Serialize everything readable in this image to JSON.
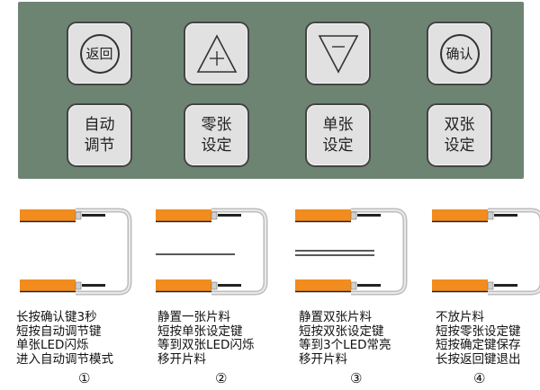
{
  "buttons": {
    "back": "返回",
    "plus_icon": "plus-triangle-up-icon",
    "minus_icon": "minus-triangle-down-icon",
    "confirm": "确认",
    "auto_adjust": [
      "自动",
      "调节"
    ],
    "zero_sheet": [
      "零张",
      "设定"
    ],
    "single_sheet": [
      "单张",
      "设定"
    ],
    "double_sheet": [
      "双张",
      "设定"
    ]
  },
  "steps": [
    {
      "lines": [
        "长按确认键3秒",
        "短按自动调节键",
        "单张LED闪烁",
        "进入自动调节模式"
      ],
      "number": "①",
      "sheets": 0
    },
    {
      "lines": [
        "静置一张片料",
        "短按单张设定键",
        "等到双张LED闪烁",
        "移开片料"
      ],
      "number": "②",
      "sheets": 1
    },
    {
      "lines": [
        "静置双张片料",
        "短按双张设定键",
        "等到3个LED常亮",
        "移开片料"
      ],
      "number": "③",
      "sheets": 2
    },
    {
      "lines": [
        "不放片料",
        "短按零张设定键",
        "短按确定键保存",
        "长按返回键退出"
      ],
      "number": "④",
      "sheets": 0
    }
  ],
  "colors": {
    "panel": "#6d8472",
    "button_face": "#e1e1e1",
    "sensor_orange": "#f28c1e"
  }
}
